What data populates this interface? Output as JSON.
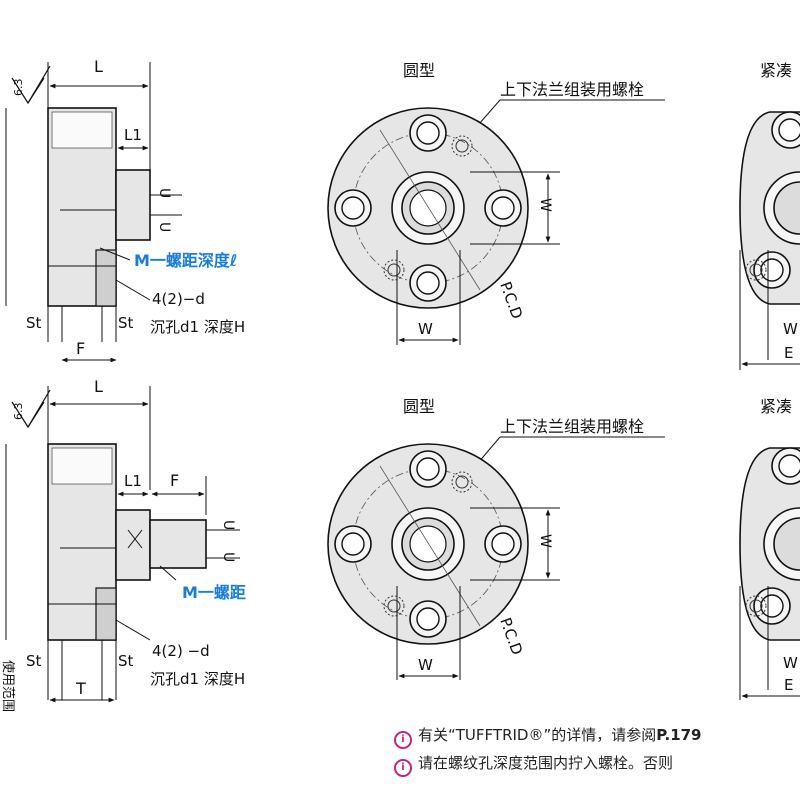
{
  "section_top": {
    "side_view": {
      "dim_L": "L",
      "dim_L1": "L1",
      "dim_U_top": "U",
      "dim_U_bottom": "U",
      "roughness": "6.3",
      "thread_label": "M一螺距深度ℓ",
      "hole_spec_line1": "4(2)−d",
      "hole_spec_line2": "沉孔d1 深度H",
      "st_left": "St",
      "st_right": "St",
      "dim_bottom": "F"
    },
    "round_view": {
      "title": "圆型",
      "bolt_label": "上下法兰组装用螺栓",
      "dim_W_right": "W",
      "dim_W_bottom": "W",
      "pcd": "P.C.D"
    },
    "compact_view": {
      "title": "紧凑",
      "dim_W": "W",
      "dim_E": "E"
    }
  },
  "section_bottom": {
    "side_view": {
      "dim_L": "L",
      "dim_L1": "L1",
      "dim_F": "F",
      "dim_U_top": "U",
      "dim_U_bottom": "U",
      "roughness": "6.3",
      "thread_label": "M一螺距",
      "hole_spec_line1": "4(2) −d",
      "hole_spec_line2": "沉孔d1 深度H",
      "st_left": "St",
      "st_right": "St",
      "dim_bottom": "T",
      "vertical_caption": "使用范围"
    },
    "round_view": {
      "title": "圆型",
      "bolt_label": "上下法兰组装用螺栓",
      "dim_W_right": "W",
      "dim_W_bottom": "W",
      "pcd": "P.C.D"
    },
    "compact_view": {
      "title": "紧凑",
      "dim_W": "W",
      "dim_E": "E"
    }
  },
  "notes": [
    {
      "icon": "info-icon",
      "text": "有关“TUFFTRID®”的详情，请参阅",
      "ref": "P.179"
    },
    {
      "icon": "info-icon",
      "text": "请在螺纹孔深度范围内拧入螺栓。否则",
      "ref": ""
    }
  ],
  "colors": {
    "accent_blue": "#1a7ed6",
    "part_fill": "#e6e6e6",
    "line": "#111111",
    "note_icon": "#c0267a"
  }
}
